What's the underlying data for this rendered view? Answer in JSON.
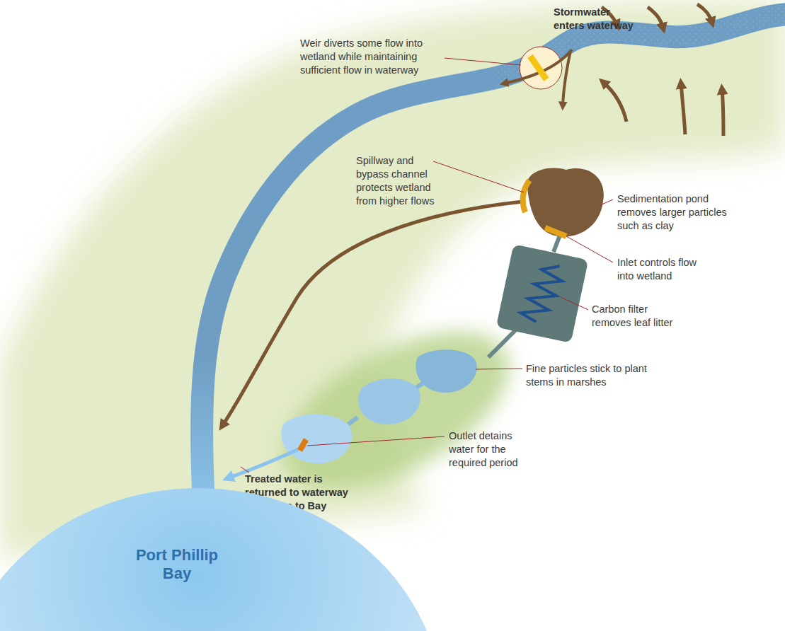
{
  "diagram": {
    "nodes": [
      {
        "text": [
          "Port Phillip Bay"
        ]
      }
    ],
    "labels": [
      "Stormwater enters waterway",
      "Weir diverts some flow into wetland while maintaining sufficient flow in waterway",
      "Sedimentation pond removes larger particles such as clay",
      "Spillway and bypass channel protects wetland from higher flows",
      "Inlet controls flow into wetland",
      "Carbon filter removes leaf litter",
      "Fine particles stick to plant stems in marshes",
      "Outlet detains water for the required period",
      "Treated water is returned to waterway and flows to Bay"
    ]
  }
}
